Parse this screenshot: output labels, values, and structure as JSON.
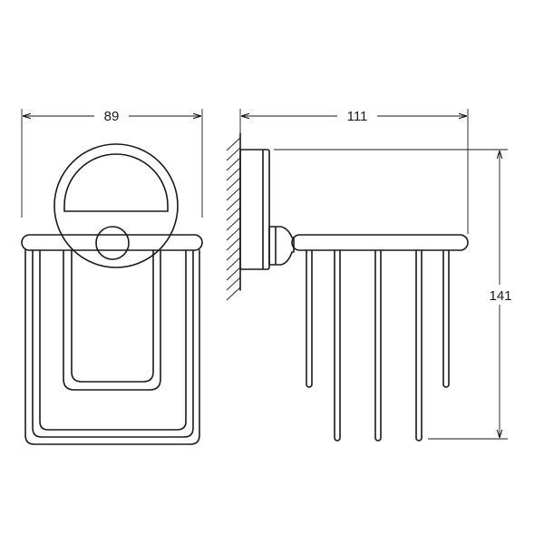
{
  "dimensions": {
    "front_width": "89",
    "side_depth": "111",
    "side_height": "141"
  },
  "colors": {
    "line": "#1a1a1a",
    "background": "#ffffff"
  }
}
